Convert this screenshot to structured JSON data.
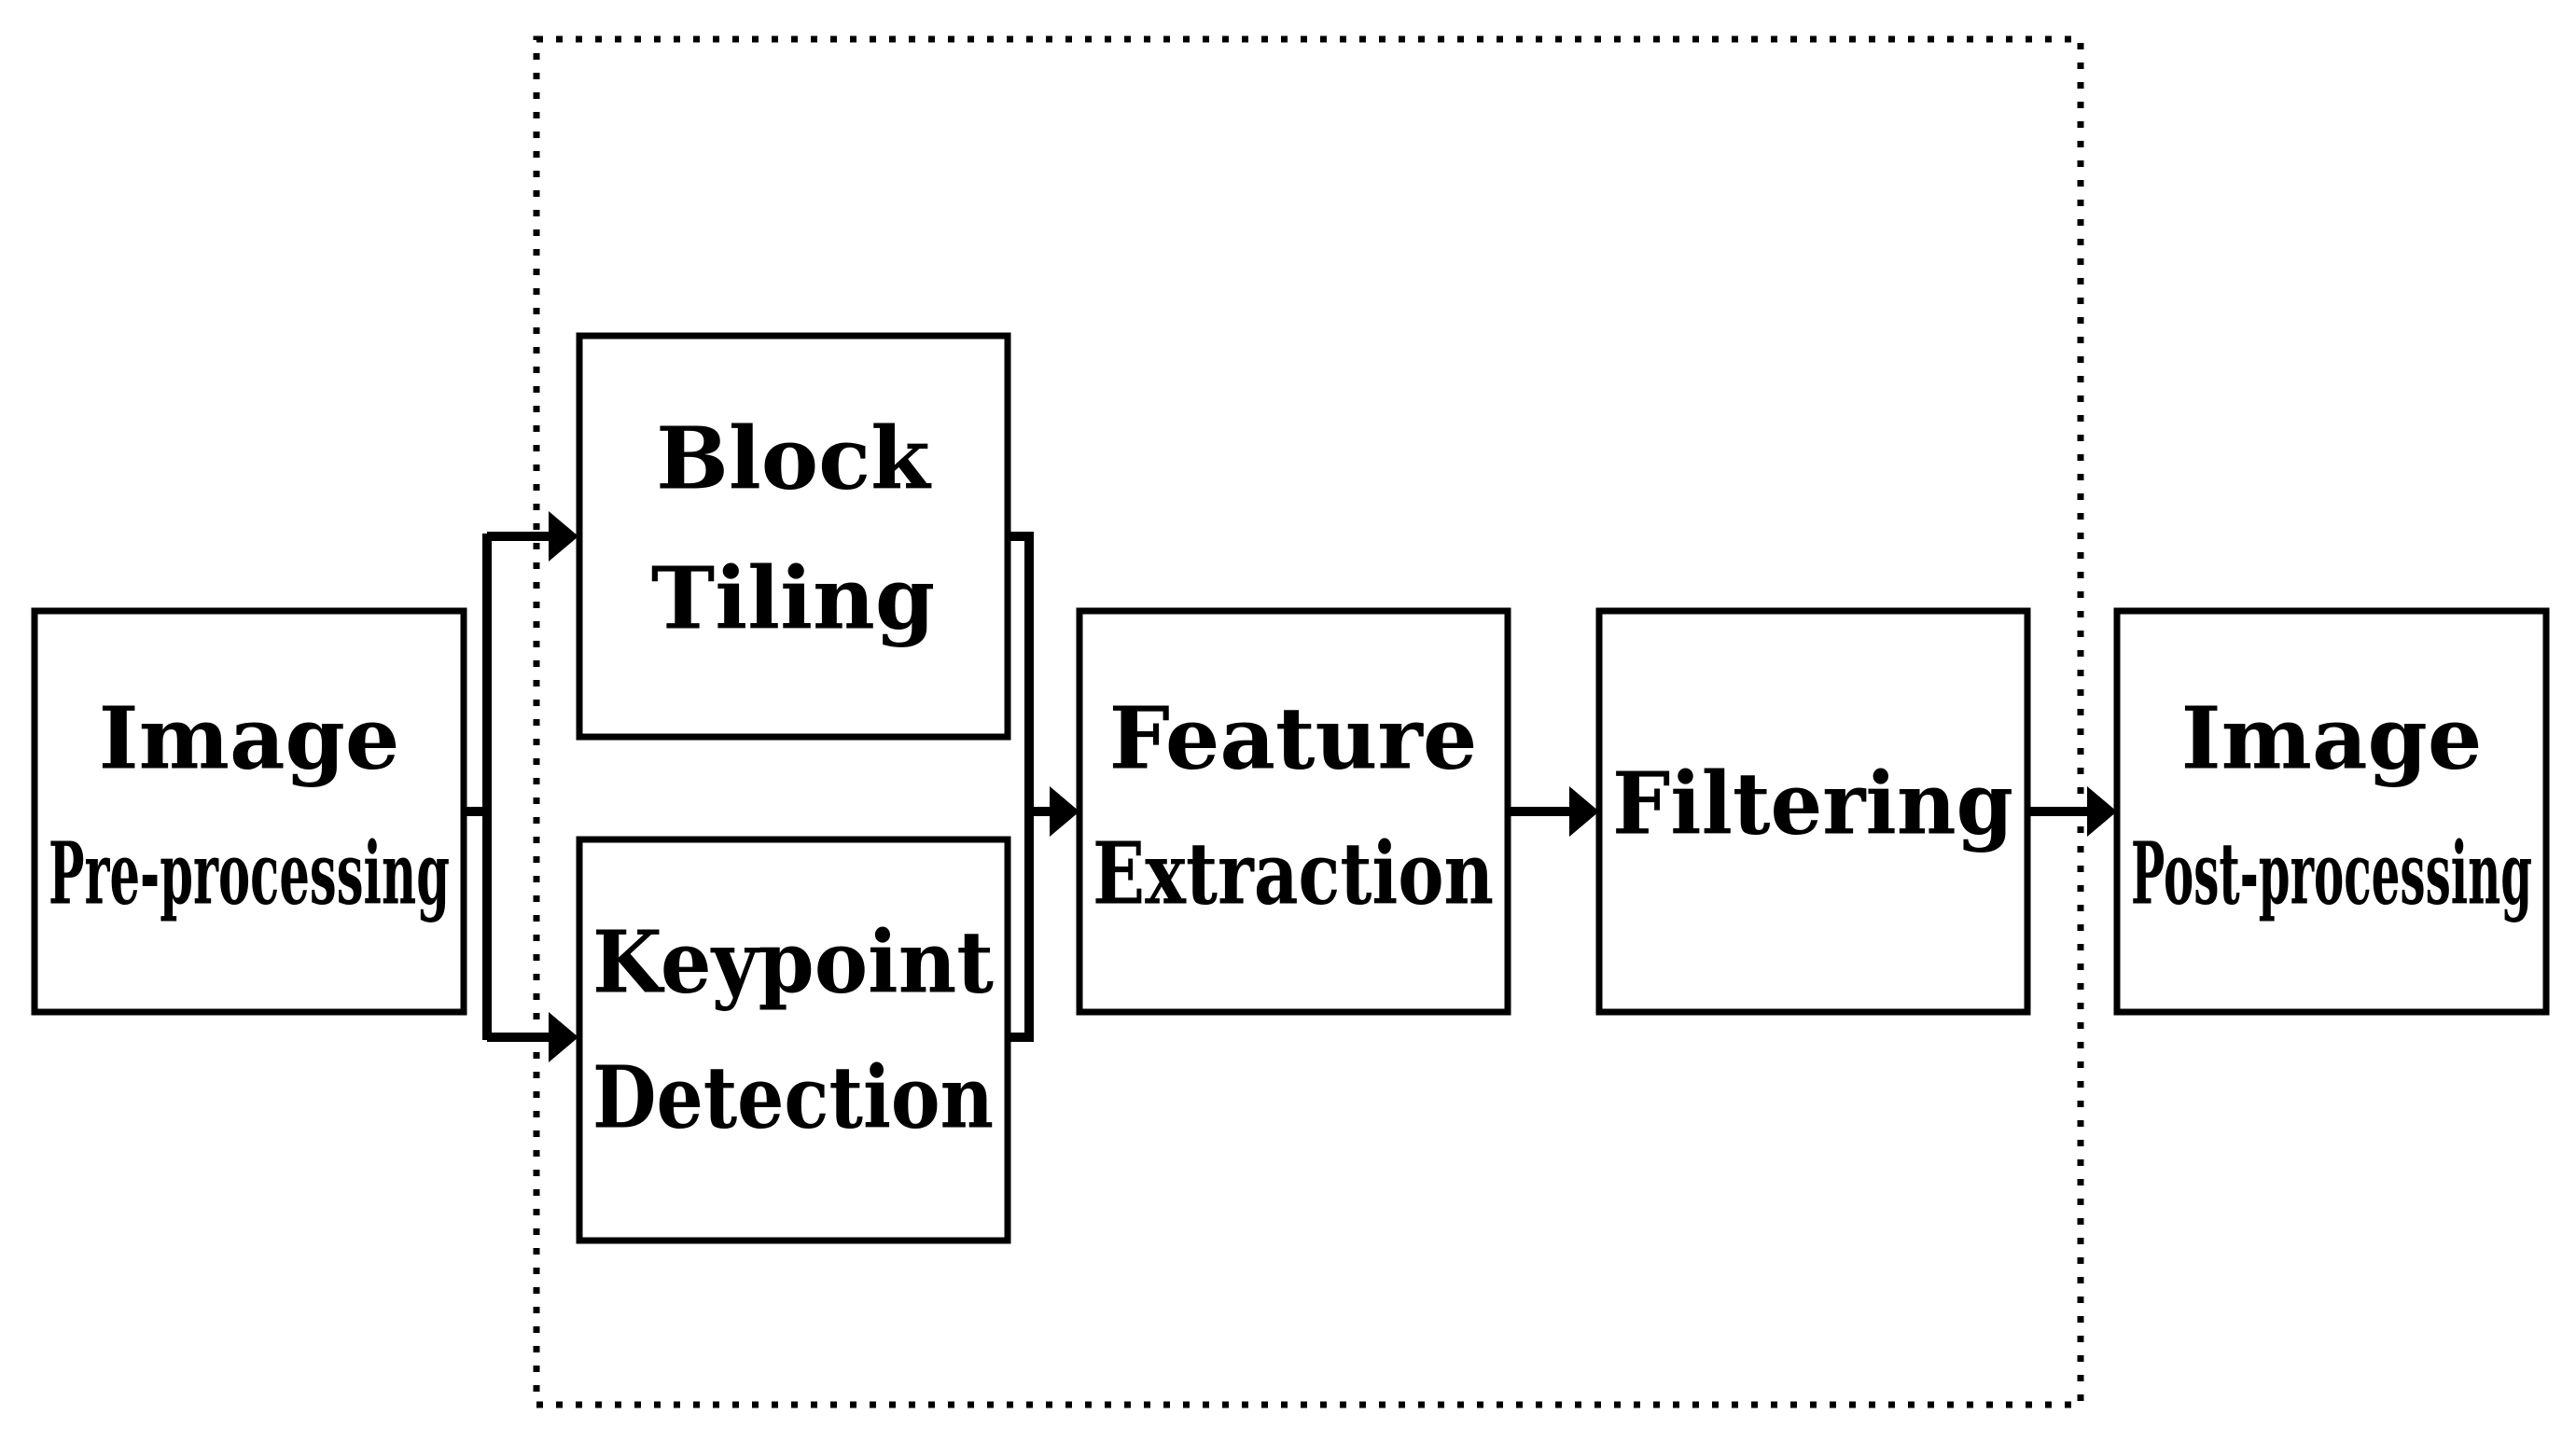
{
  "diagram": {
    "type": "flowchart",
    "blocks": {
      "image_preprocessing": {
        "line1": "Image",
        "line2": "Pre-processing"
      },
      "block_tiling": {
        "line1": "Block",
        "line2": "Tiling"
      },
      "keypoint_detection": {
        "line1": "Keypoint",
        "line2": "Detection"
      },
      "feature_extraction": {
        "line1": "Feature",
        "line2": "Extraction"
      },
      "filtering": {
        "line1": "Filtering"
      },
      "image_postprocessing": {
        "line1": "Image",
        "line2": "Post-processing"
      }
    },
    "connections": [
      {
        "from": "Image Pre-processing",
        "to": "Block Tiling"
      },
      {
        "from": "Image Pre-processing",
        "to": "Keypoint Detection"
      },
      {
        "from": "Block Tiling",
        "to": "Feature Extraction"
      },
      {
        "from": "Keypoint Detection",
        "to": "Feature Extraction"
      },
      {
        "from": "Feature Extraction",
        "to": "Filtering"
      },
      {
        "from": "Filtering",
        "to": "Image Post-processing"
      }
    ],
    "group": {
      "style": "dotted",
      "contains": [
        "Block Tiling",
        "Keypoint Detection",
        "Feature Extraction",
        "Filtering"
      ]
    },
    "colors": {
      "stroke": "#000000",
      "background": "#ffffff",
      "text": "#000000"
    }
  }
}
